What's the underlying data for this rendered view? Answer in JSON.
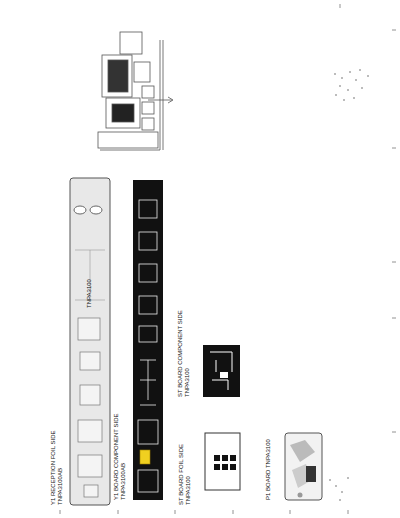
{
  "diagram": {
    "nodes": [
      {
        "text": [
          "Y1 RECEPTION FOIL SIDE TNPA3100AB",
          "TNPA3100"
        ]
      },
      {
        "text": [
          "Y1 BOARD COMPONENT SIDE TNPA3100AB"
        ]
      },
      {
        "text": [
          "ST BOARD COMPONENT SIDE TNPA3100"
        ]
      },
      {
        "text": [
          "ST BOARD FOIL SIDE TNPA3100"
        ]
      },
      {
        "text": [
          "P1 BOARD TNPA3100"
        ]
      }
    ]
  }
}
